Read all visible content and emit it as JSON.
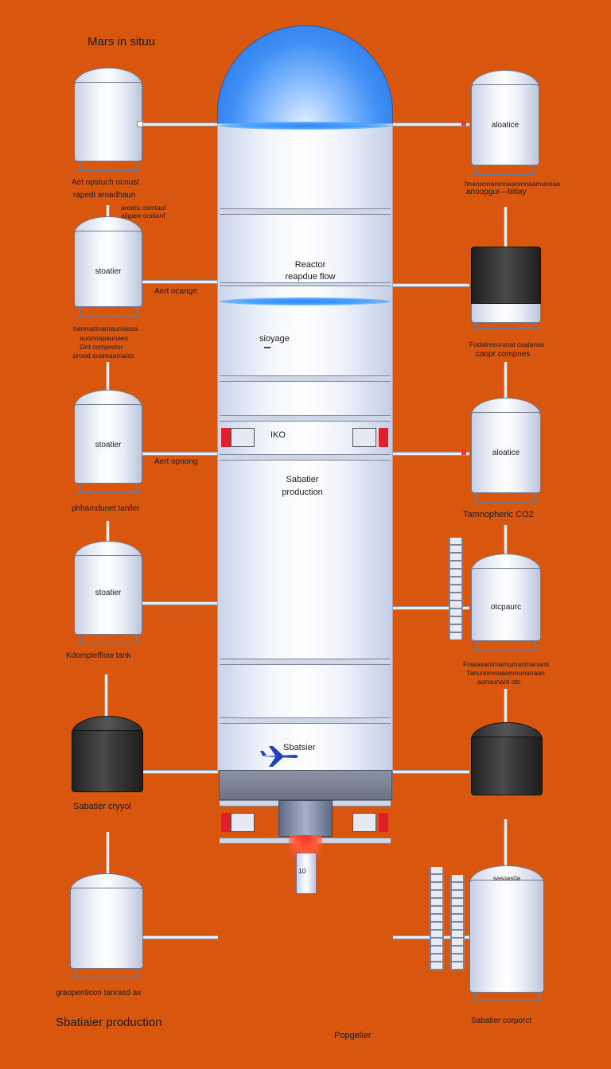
{
  "title": "Mars in situu",
  "footer_title": "Sbatiaier production",
  "bottom_label": "Popgelier",
  "outlet_label": "10",
  "column": {
    "reactor": "Reactor",
    "reactor_sub": "reapdue flow",
    "storage": "sioyage",
    "valve_label": "IKO",
    "production": "Sabatier",
    "production_sub": "production",
    "lower_label": "Sbatsier"
  },
  "left": {
    "t1_caption1": "Aet opstuch ocnust",
    "t1_caption2": "rapedl aroadhaun",
    "t2_top1": "aroetu osmtaut",
    "t2_top2": "allgare orstianf",
    "t2_name": "stoatier",
    "t2_side": "Aert ocange",
    "t2_caption1": "hanmatinamaunoiasa",
    "t2_caption2": "auonnapaunaes",
    "t2_caption3": "Gnt compretor",
    "t2_caption4": "prood soamaamaiss",
    "t3_name": "stoatier",
    "t3_side": "Aert opnong",
    "t3_caption": "phhamdunet tanller",
    "t4_name": "stoatier",
    "t4_caption": "Kdomplefflow tank",
    "t5_caption": "Sabatier cryyol",
    "t6_caption": "graopenticon tanrasd ax"
  },
  "right": {
    "t1_name": "aloatice",
    "t1_caption1": "finanannanmnaanmnaamunnaa",
    "t1_caption2": "anoopgur—bitiay",
    "t2_caption1": "Fodatresurunat caalanas",
    "t2_caption2": "caopr compnes",
    "t3_name": "aloatice",
    "t3_caption": "Tamnopheric CO2",
    "t4_name": "otcpaurc",
    "t4_caption1": "Frasasammamumanmanaos",
    "t4_caption2": "Tanunnmnaannmunanaan",
    "t4_caption3": "aonaunant oto",
    "t6_name": "sasoas0a",
    "t6_caption": "Sabatier corporct"
  },
  "colors": {
    "background": "#d9560f",
    "dome_blue": "#3f8ff5",
    "accent_red": "#e11f2a",
    "dark_tank": "#2b2b2b"
  },
  "icons": [
    "airplane-icon",
    "valve-icon"
  ]
}
